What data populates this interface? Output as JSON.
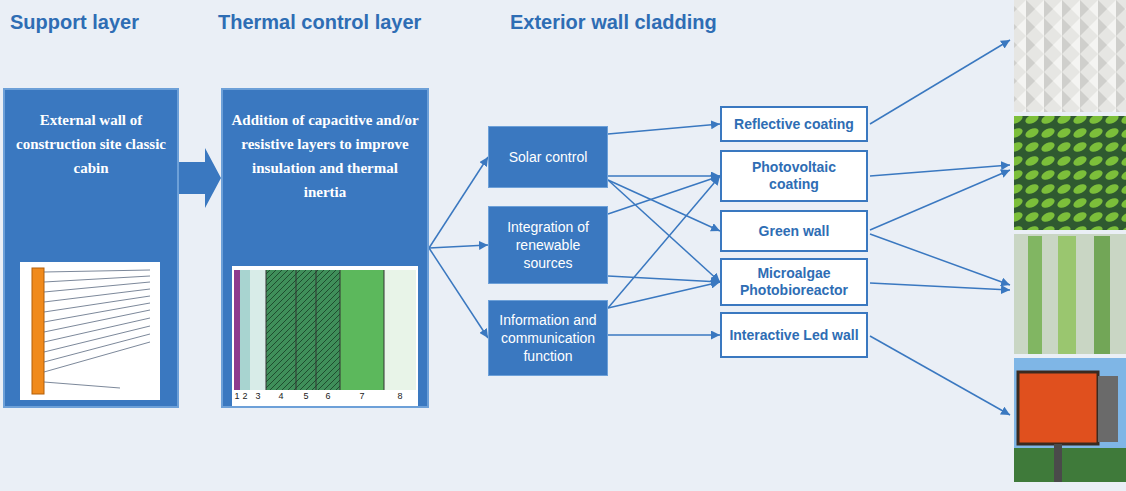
{
  "diagram": {
    "nodes": [
      {
        "text": [
          "External wall of construction site classic cabin"
        ]
      },
      {
        "text": [
          "Addition of capacitive and/or resistive layers to improve insulation and thermal inertia"
        ]
      },
      {
        "text": [
          "Solar control"
        ]
      },
      {
        "text": [
          "Integration of renewable sources"
        ]
      },
      {
        "text": [
          "Information and communication function"
        ]
      },
      {
        "text": [
          "Reflective coating"
        ]
      },
      {
        "text": [
          "Photovoltaic coating"
        ]
      },
      {
        "text": [
          "Green wall"
        ]
      },
      {
        "text": [
          "Microalgae Photobioreactor"
        ]
      },
      {
        "text": [
          "Interactive Led wall"
        ]
      }
    ],
    "edges": [
      {
        "from": 0,
        "to": 1,
        "arrow": "to"
      },
      {
        "from": 1,
        "to": 2,
        "arrow": "to"
      },
      {
        "from": 1,
        "to": 3,
        "arrow": "to"
      },
      {
        "from": 1,
        "to": 4,
        "arrow": "to"
      },
      {
        "from": 2,
        "to": 5,
        "arrow": "to"
      },
      {
        "from": 2,
        "to": 6,
        "arrow": "to"
      },
      {
        "from": 2,
        "to": 7,
        "arrow": "to"
      },
      {
        "from": 2,
        "to": 8,
        "arrow": "to"
      },
      {
        "from": 3,
        "to": 6,
        "arrow": "to"
      },
      {
        "from": 3,
        "to": 8,
        "arrow": "to"
      },
      {
        "from": 4,
        "to": 6,
        "arrow": "to"
      },
      {
        "from": 4,
        "to": 8,
        "arrow": "to"
      },
      {
        "from": 4,
        "to": 9,
        "arrow": "to"
      }
    ],
    "labels": [
      "Support layer",
      "Thermal control layer",
      "Exterior wall cladding",
      "1",
      "2",
      "3",
      "4",
      "5",
      "6",
      "7",
      "8"
    ]
  }
}
